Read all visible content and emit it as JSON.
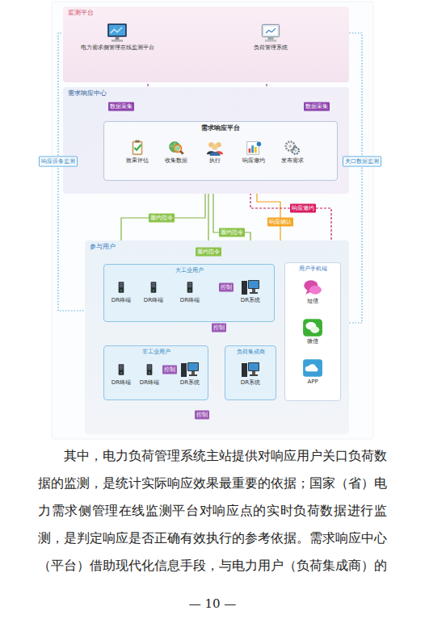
{
  "diagram": {
    "nodes": [
      {
        "text": [
          "监测平台"
        ]
      },
      {
        "text": [
          "电力需求侧管理在线监测平台"
        ],
        "in": 0
      },
      {
        "text": [
          "负荷管理系统"
        ],
        "in": 0
      },
      {
        "text": [
          "需求响应中心"
        ]
      },
      {
        "text": [
          "需求响应平台"
        ],
        "in": 3
      },
      {
        "text": [
          "效果评估"
        ],
        "in": 4
      },
      {
        "text": [
          "收集数据"
        ],
        "in": 4
      },
      {
        "text": [
          "执行"
        ],
        "in": 4
      },
      {
        "text": [
          "响应邀约"
        ],
        "in": 4
      },
      {
        "text": [
          "发布需求"
        ],
        "in": 4
      },
      {
        "text": [
          "参与用户"
        ]
      },
      {
        "text": [
          "大工业用户"
        ],
        "in": 10
      },
      {
        "text": [
          "DR终端"
        ],
        "in": 11
      },
      {
        "text": [
          "DR终端"
        ],
        "in": 11
      },
      {
        "text": [
          "DR终端"
        ],
        "in": 11
      },
      {
        "text": [
          "DR系统"
        ],
        "in": 11
      },
      {
        "text": [
          "非工业用户"
        ],
        "in": 10
      },
      {
        "text": [
          "DR终端"
        ],
        "in": 16
      },
      {
        "text": [
          "DR终端"
        ],
        "in": 16
      },
      {
        "text": [
          "DR系统"
        ],
        "in": 16
      },
      {
        "text": [
          "负荷集成商"
        ],
        "in": 10
      },
      {
        "text": [
          "DR系统"
        ],
        "in": 20
      },
      {
        "text": [
          "用户手机端"
        ],
        "in": 10
      },
      {
        "text": [
          "短信"
        ],
        "in": 22
      },
      {
        "text": [
          "微信"
        ],
        "in": 22
      },
      {
        "text": [
          "APP"
        ],
        "in": 22
      }
    ],
    "edges": [
      {
        "from": 1,
        "to": 5,
        "label": "数据采集",
        "arrow": "to"
      },
      {
        "from": 2,
        "to": 9,
        "label": "数据采集",
        "arrow": "to"
      },
      {
        "from": 9,
        "to": 8,
        "arrow": "to"
      },
      {
        "from": 8,
        "to": 7,
        "arrow": "to"
      },
      {
        "from": 7,
        "to": 6,
        "arrow": "to"
      },
      {
        "from": 6,
        "to": 5,
        "arrow": "to"
      },
      {
        "from": 11,
        "to": 1,
        "label": "响应设备监测",
        "arrow": "to"
      },
      {
        "from": 22,
        "to": 2,
        "label": "关口数据监测",
        "arrow": "to"
      },
      {
        "from": 7,
        "to": 12,
        "label": "履约指令",
        "arrow": "to"
      },
      {
        "from": 7,
        "to": 15,
        "label": "履约指令",
        "arrow": "to"
      },
      {
        "from": 7,
        "to": 19,
        "label": "履约指令",
        "arrow": "to"
      },
      {
        "from": 21,
        "to": 8,
        "label": "响应确认",
        "arrow": "to"
      },
      {
        "from": 8,
        "to": 22,
        "label": "响应邀约",
        "arrow": "to"
      },
      {
        "from": 15,
        "to": 14,
        "label": "控制",
        "arrow": "to"
      },
      {
        "from": 21,
        "to": 14,
        "label": "控制",
        "arrow": "to"
      },
      {
        "from": 19,
        "to": 18,
        "label": "控制",
        "arrow": "to"
      },
      {
        "from": 21,
        "to": 18,
        "label": "控制",
        "arrow": "to"
      }
    ],
    "labels": [
      "其中，电力负荷管理系统主站提供对响应用户关口负荷数据的监测，是统计实际响应效果最重要的依据；国家（省）电力需求侧管理在线监测平台对响应点的实时负荷数据进行监测，是判定响应是否正确有效执行的参考依据。需求响应中心（平台）借助现代化信息手段，与电力用户（负荷集成商）的",
      "— 10 —"
    ]
  }
}
